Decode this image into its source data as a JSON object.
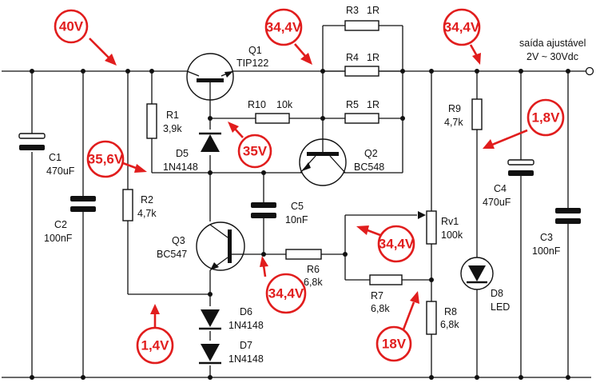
{
  "components": {
    "q1": {
      "ref": "Q1",
      "part": "TIP122"
    },
    "q2": {
      "ref": "Q2",
      "part": "BC548"
    },
    "q3": {
      "ref": "Q3",
      "part": "BC547"
    },
    "r1": {
      "ref": "R1",
      "value": "3,9k"
    },
    "r2": {
      "ref": "R2",
      "value": "4,7k"
    },
    "r3": {
      "ref": "R3",
      "value": "1R"
    },
    "r4": {
      "ref": "R4",
      "value": "1R"
    },
    "r5": {
      "ref": "R5",
      "value": "1R"
    },
    "r6": {
      "ref": "R6",
      "value": "6,8k"
    },
    "r7": {
      "ref": "R7",
      "value": "6,8k"
    },
    "r8": {
      "ref": "R8",
      "value": "6,8k"
    },
    "r9": {
      "ref": "R9",
      "value": "4,7k"
    },
    "r10": {
      "ref": "R10",
      "value": "10k"
    },
    "rv1": {
      "ref": "Rv1",
      "value": "100k"
    },
    "c1": {
      "ref": "C1",
      "value": "470uF"
    },
    "c2": {
      "ref": "C2",
      "value": "100nF"
    },
    "c3": {
      "ref": "C3",
      "value": "100nF"
    },
    "c4": {
      "ref": "C4",
      "value": "470uF"
    },
    "c5": {
      "ref": "C5",
      "value": "10nF"
    },
    "d5": {
      "ref": "D5",
      "part": "1N4148"
    },
    "d6": {
      "ref": "D6",
      "part": "1N4148"
    },
    "d7": {
      "ref": "D7",
      "part": "1N4148"
    },
    "d8": {
      "ref": "D8",
      "part": "LED"
    }
  },
  "output": {
    "line1": "saída ajustável",
    "line2": "2V ~ 30Vdc"
  },
  "voltages": {
    "input": "40V",
    "q1_emitter": "34,4V",
    "output": "34,4V",
    "d5_anode": "35,6V",
    "q2_base": "35V",
    "rv1_wiper": "34,4V",
    "q3_base": "34,4V",
    "led": "1,8V",
    "diodes": "1,4V",
    "divider": "18V"
  },
  "colors": {
    "annotation": "#e11d1d",
    "wire": "#111111"
  }
}
